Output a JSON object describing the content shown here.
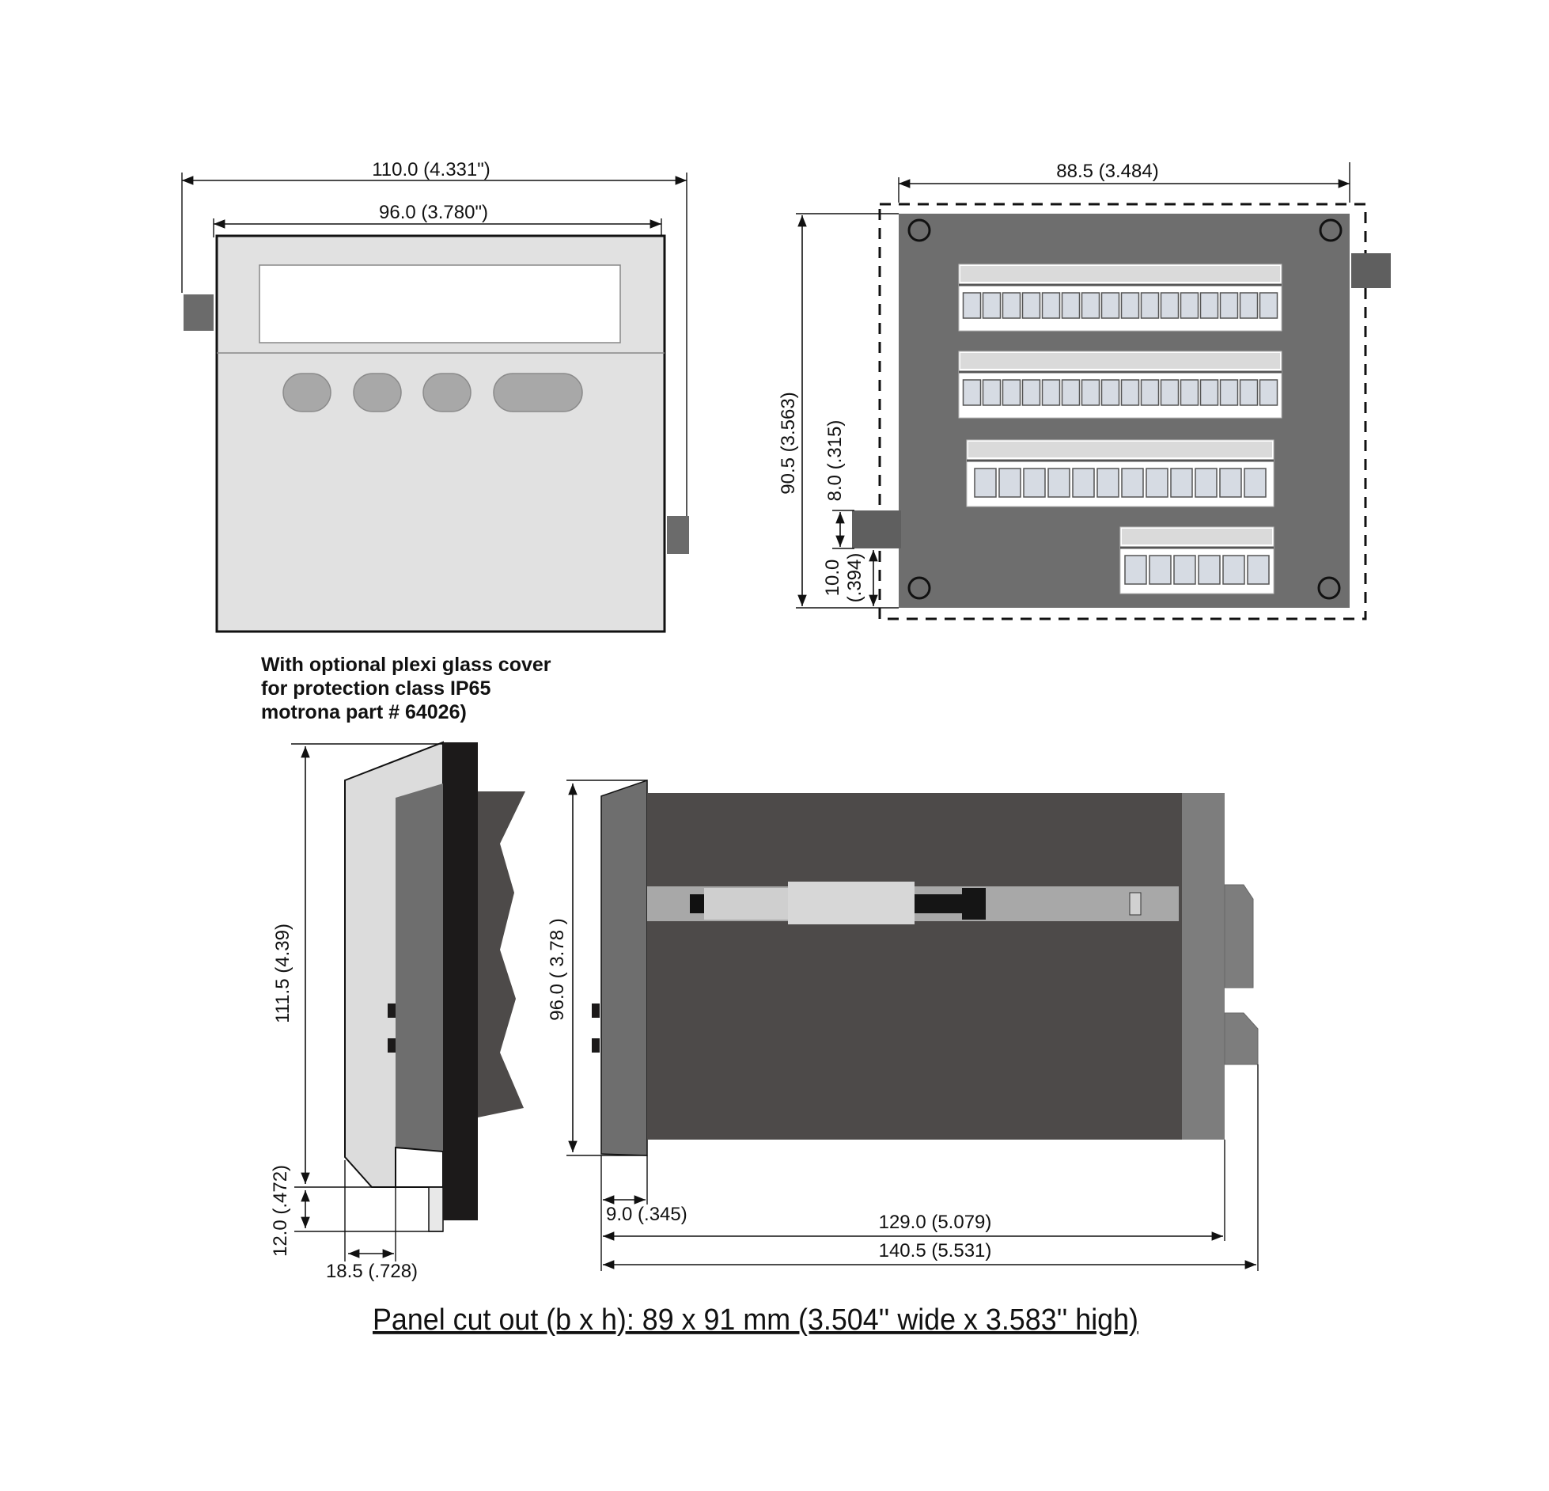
{
  "colors": {
    "front_face": "#e1e1e1",
    "back_plate": "#6e6e6e",
    "housing_dark": "#4d4a49",
    "bezel_grey": "#7d7d7d",
    "terminal_fill": "#d6dbe3",
    "connector": "#5f5f5f",
    "plexi_cover": "#dcdcdc",
    "frame_black": "#1c1a1a"
  },
  "front_view": {
    "dim_overall": "110.0  (4.331\")",
    "dim_inner": "96.0  (3.780\")",
    "buttons": [
      "button-1",
      "button-2",
      "button-3",
      "button-4-wide"
    ]
  },
  "rear_view": {
    "dim_width": "88.5 (3.484)",
    "dim_height": "90.5 (3.563)",
    "dim_connector": "8.0 (.315)",
    "dim_bottom_a": "10.0",
    "dim_bottom_b": "(.394)",
    "terminal_rows": [
      16,
      16,
      12,
      6
    ]
  },
  "cover_note": {
    "lines": [
      "With optional plexi glass cover",
      "for protection class IP65",
      "motrona part # 64026)"
    ]
  },
  "side_cover_view": {
    "dim_height": "111.5  (4.39)",
    "dim_lower": "12.0  (.472)",
    "dim_depth": "18.5 (.728)"
  },
  "side_view": {
    "dim_height": "96.0  ( 3.78 )",
    "dim_bezel": "9.0  (.345)",
    "dim_depth": "129.0  (5.079)",
    "dim_total": "140.5  (5.531)"
  },
  "panel_cutout": "Panel cut out (b x h): 89 x 91 mm (3.504'' wide x 3.583'' high)"
}
